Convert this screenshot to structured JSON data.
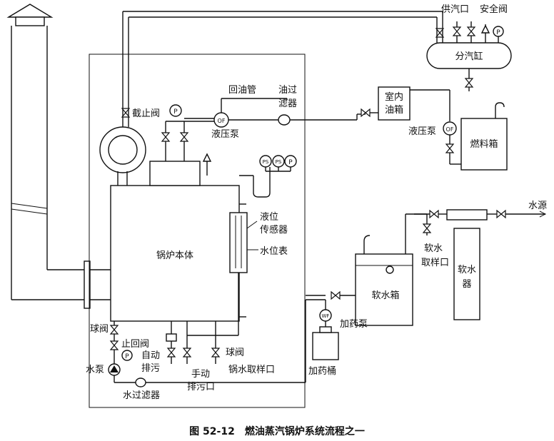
{
  "figure": {
    "caption": "图 52-12　燃油蒸汽锅炉系统流程之一"
  },
  "labels": {
    "steam_outlet": "供汽口",
    "safety_valve": "安全阀",
    "steam_header": "分汽缸",
    "return_oil_pipe": "回油管",
    "oil_filter_1": "油过",
    "oil_filter_2": "滤器",
    "stop_valve": "截止阀",
    "hydraulic_pump_1": "液压泵",
    "indoor_tank_1": "室内",
    "indoor_tank_2": "油箱",
    "hydraulic_pump_2": "液压泵",
    "fuel_tank": "燃料箱",
    "boiler_body": "锅炉本体",
    "level_sensor_1": "液位",
    "level_sensor_2": "传感器",
    "water_gauge": "水位表",
    "water_source": "水源",
    "soft_water_sampling_1": "软水",
    "soft_water_sampling_2": "取样口",
    "softener_1": "软水",
    "softener_2": "器",
    "soft_water_tank": "软水箱",
    "dosing_pump": "加药泵",
    "dosing_tank": "加药桶",
    "ball_valve_1": "球阀",
    "check_valve": "止回阀",
    "water_pump": "水泵",
    "auto_blowdown_1": "自动",
    "auto_blowdown_2": "排污",
    "manual_blowdown_1": "手动",
    "manual_blowdown_2": "排污口",
    "ball_valve_2": "球阀",
    "boiler_water_sampling": "锅水取样口",
    "water_filter": "水过滤器"
  },
  "symbols": {
    "pressure_gauge": "P",
    "pressure_switch": "PS",
    "oil_filter_symbol": "OF",
    "water_meter": "WF"
  }
}
